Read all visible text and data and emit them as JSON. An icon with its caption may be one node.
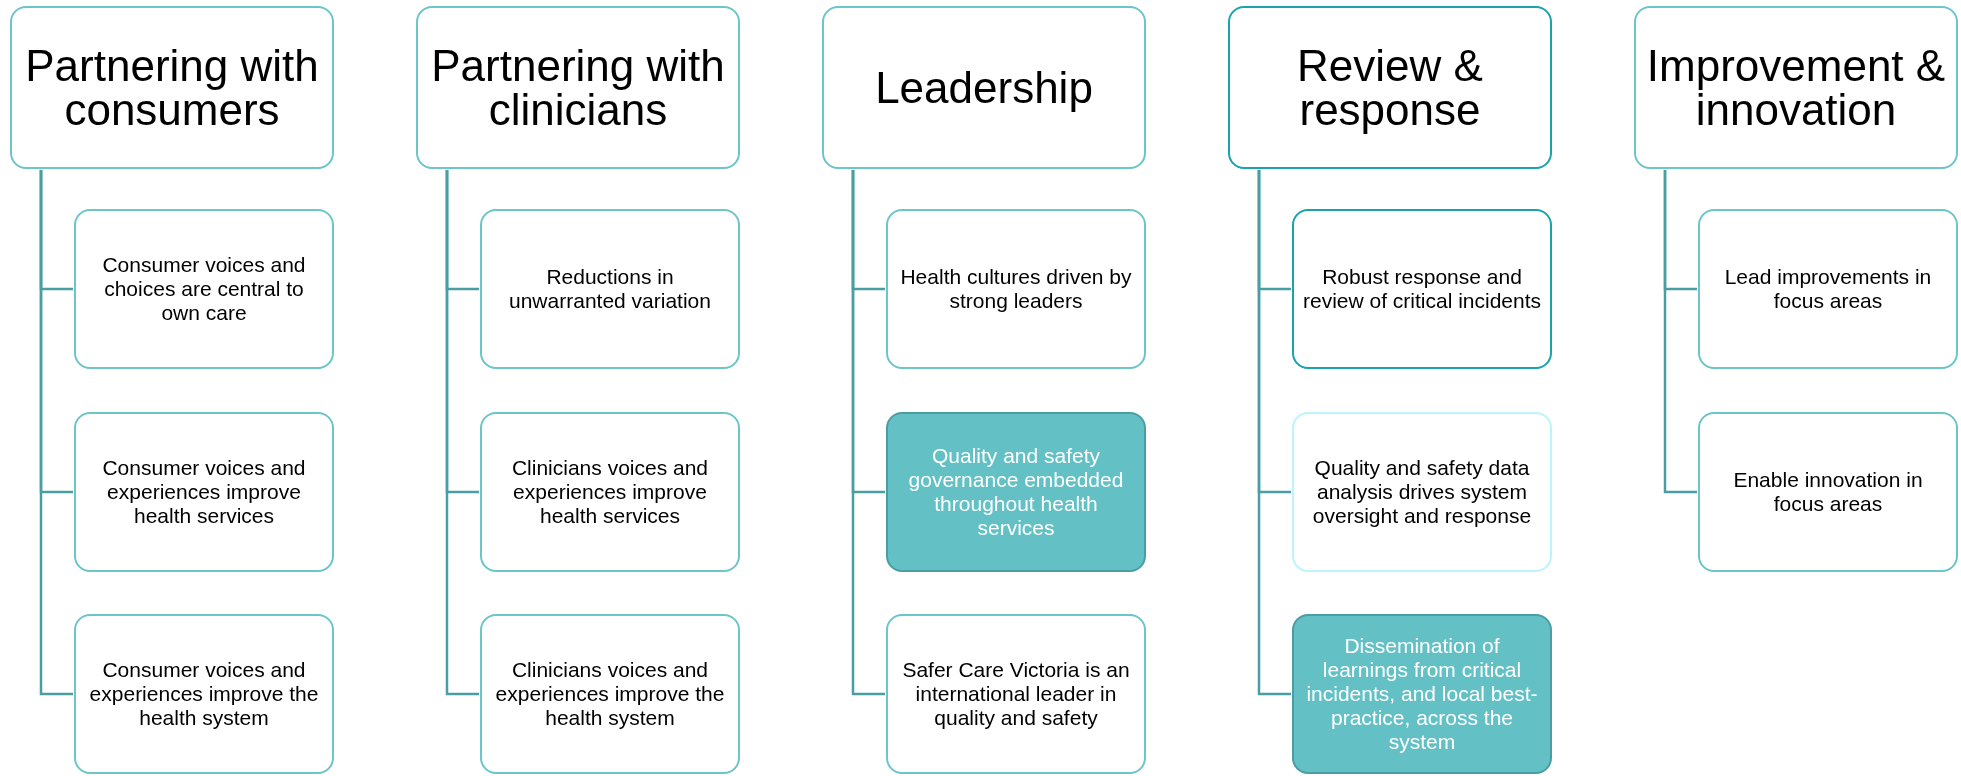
{
  "diagram": {
    "nodes": [
      {
        "text": [
          "Partnering with consumers"
        ]
      },
      {
        "text": [
          "Consumer voices and choices are central to own care"
        ]
      },
      {
        "text": [
          "Consumer voices and experiences improve health services"
        ]
      },
      {
        "text": [
          "Consumer voices and experiences improve the health system"
        ]
      },
      {
        "text": [
          "Partnering with clinicians"
        ]
      },
      {
        "text": [
          "Reductions in unwarranted variation"
        ]
      },
      {
        "text": [
          "Clinicians voices and experiences improve health services"
        ]
      },
      {
        "text": [
          "Clinicians voices and experiences improve the health system"
        ]
      },
      {
        "text": [
          "Leadership"
        ]
      },
      {
        "text": [
          "Health cultures driven by strong leaders"
        ]
      },
      {
        "text": [
          "Quality and safety governance embedded throughout health services"
        ]
      },
      {
        "text": [
          "Safer Care Victoria is an international leader in quality and safety"
        ]
      },
      {
        "text": [
          "Review & response"
        ]
      },
      {
        "text": [
          "Robust response and review of critical incidents"
        ]
      },
      {
        "text": [
          "Quality and safety data analysis drives system oversight and response"
        ]
      },
      {
        "text": [
          "Dissemination of learnings from critical incidents, and local best-practice, across the system"
        ]
      },
      {
        "text": [
          "Improvement & innovation"
        ]
      },
      {
        "text": [
          "Lead improvements in focus areas"
        ]
      },
      {
        "text": [
          "Enable innovation in focus areas"
        ]
      }
    ],
    "edges": [
      {
        "from": 0,
        "to": 1,
        "arrow": "none"
      },
      {
        "from": 0,
        "to": 2,
        "arrow": "none"
      },
      {
        "from": 0,
        "to": 3,
        "arrow": "none"
      },
      {
        "from": 4,
        "to": 5,
        "arrow": "none"
      },
      {
        "from": 4,
        "to": 6,
        "arrow": "none"
      },
      {
        "from": 4,
        "to": 7,
        "arrow": "none"
      },
      {
        "from": 8,
        "to": 9,
        "arrow": "none"
      },
      {
        "from": 8,
        "to": 10,
        "arrow": "none"
      },
      {
        "from": 8,
        "to": 11,
        "arrow": "none"
      },
      {
        "from": 12,
        "to": 13,
        "arrow": "none"
      },
      {
        "from": 12,
        "to": 14,
        "arrow": "none"
      },
      {
        "from": 12,
        "to": 15,
        "arrow": "none"
      },
      {
        "from": 16,
        "to": 17,
        "arrow": "none"
      },
      {
        "from": 16,
        "to": 18,
        "arrow": "none"
      }
    ]
  }
}
